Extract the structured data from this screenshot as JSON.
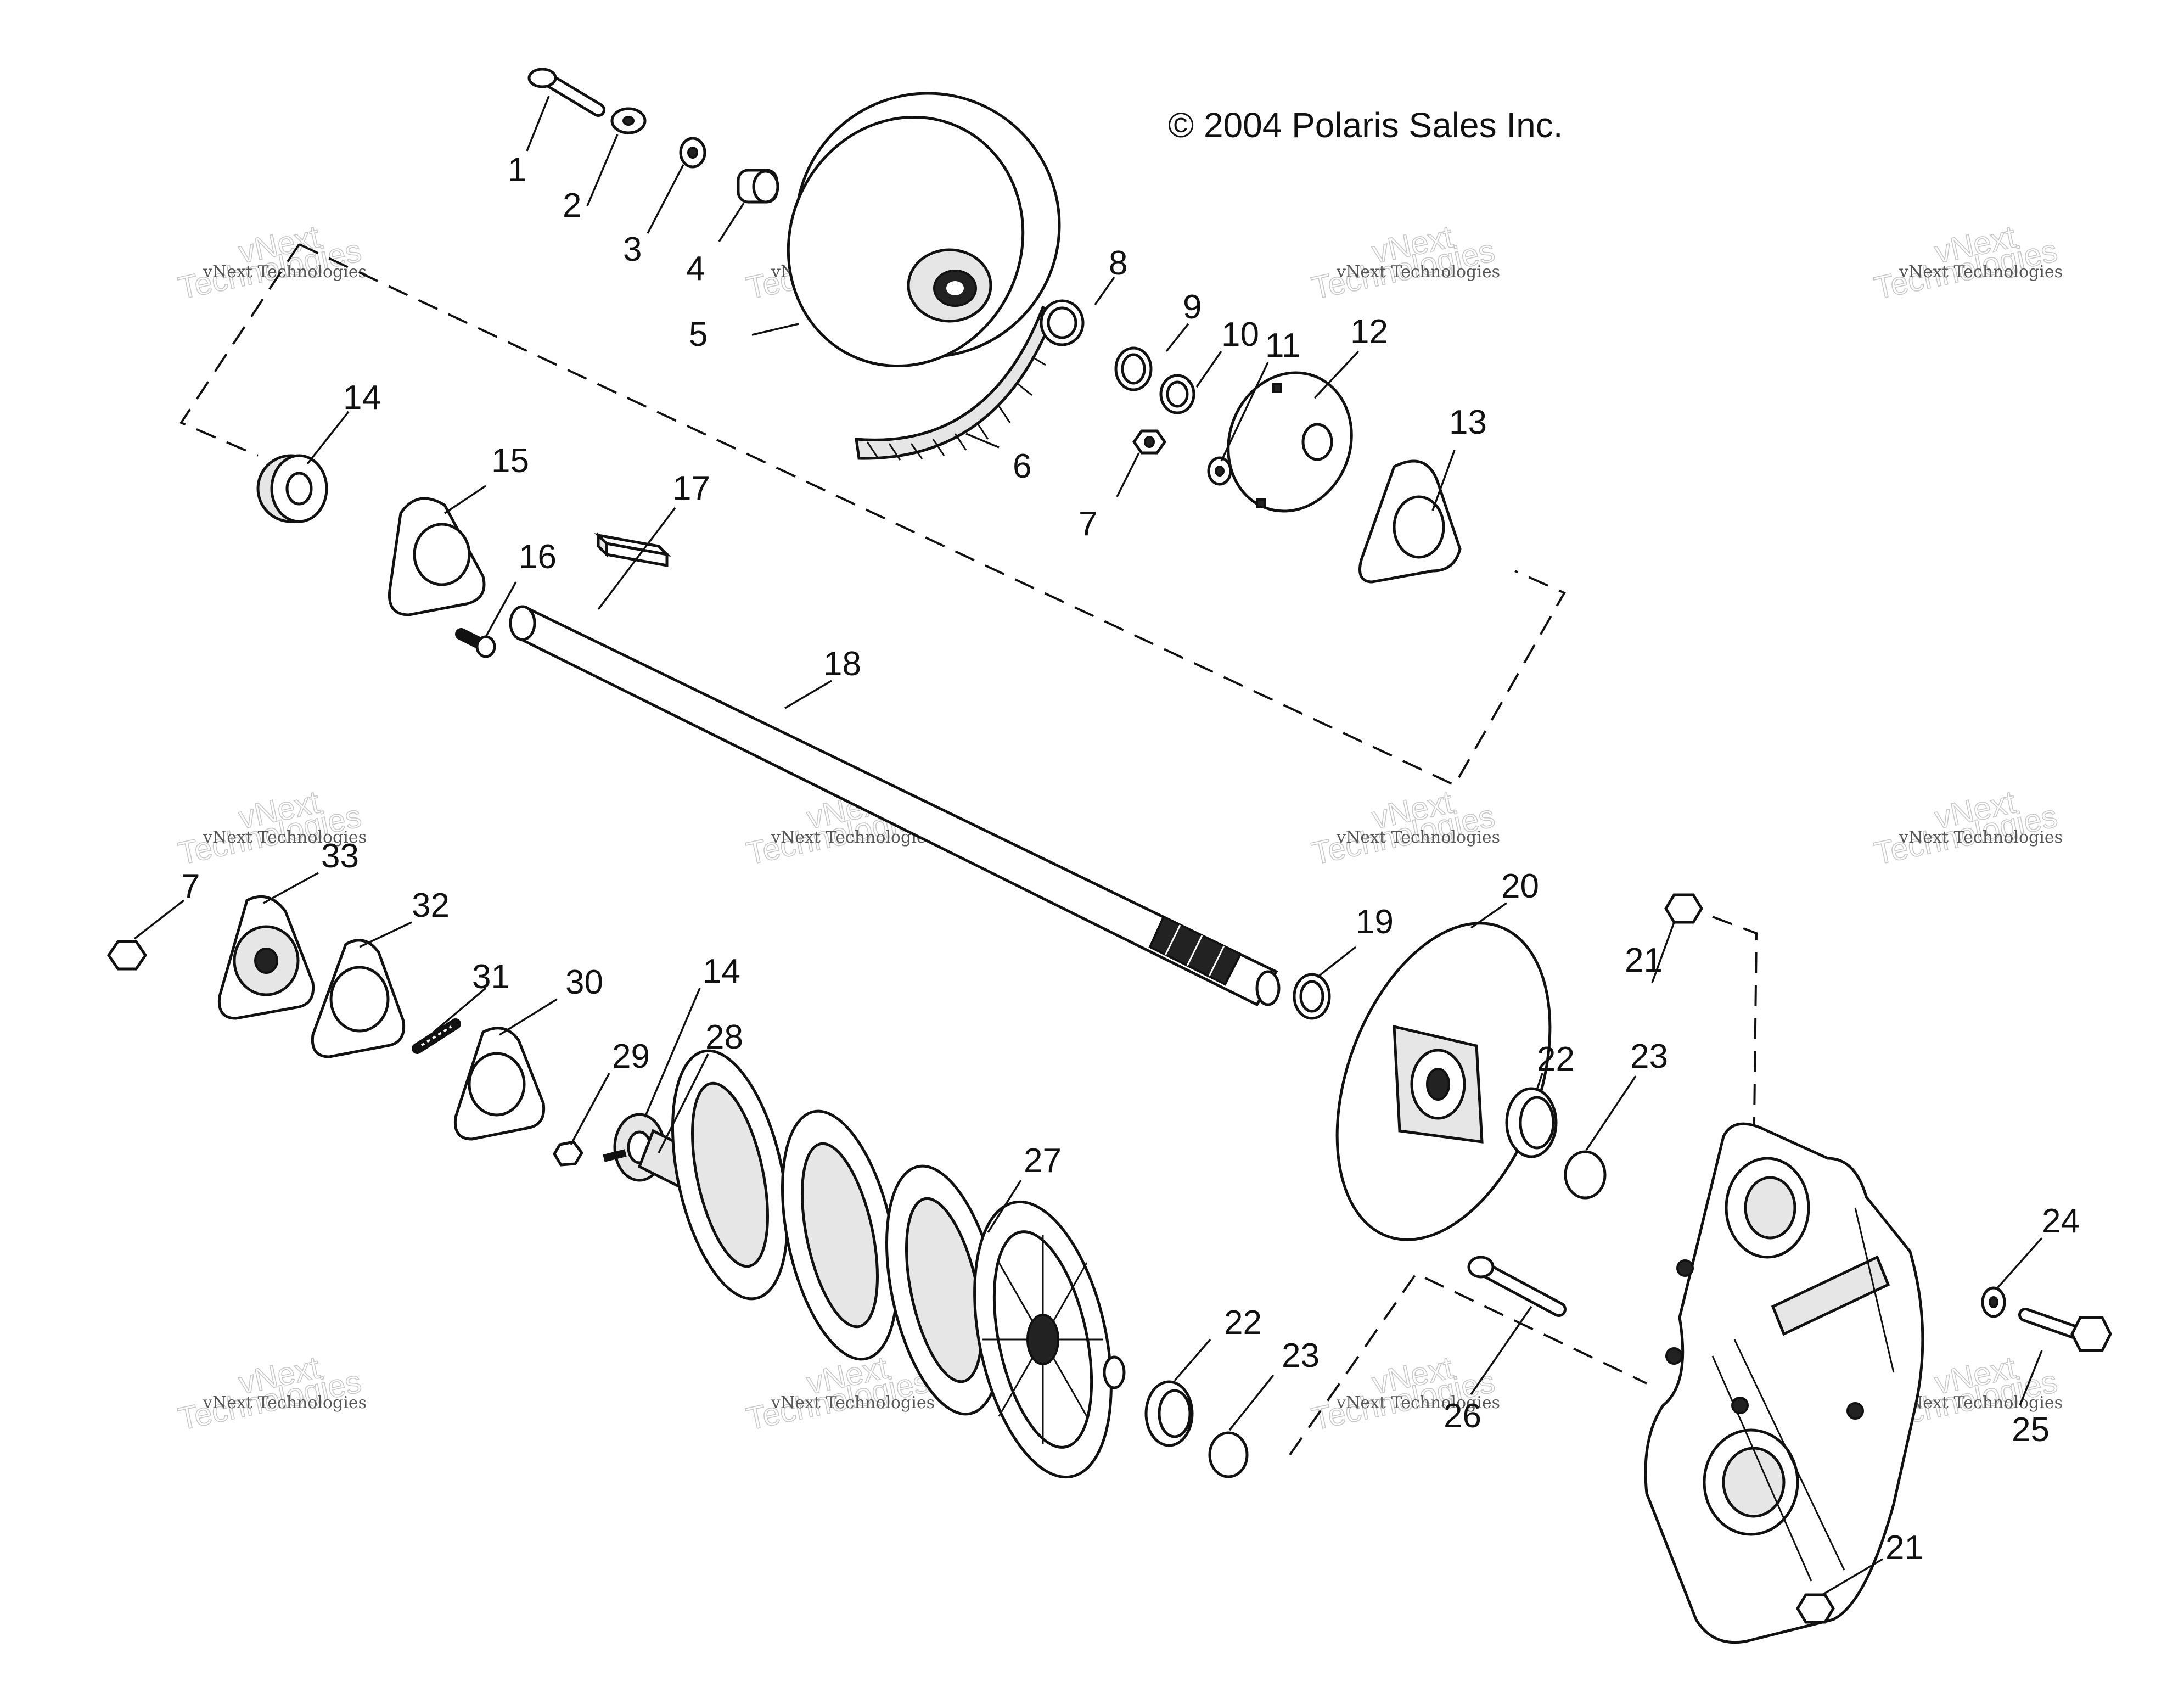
{
  "copyright": "© 2004 Polaris Sales Inc.",
  "watermark": {
    "line1": "vNext Technologies",
    "line2a": "vNext",
    "line2b": "Technologies"
  },
  "callouts": [
    "1",
    "2",
    "3",
    "4",
    "5",
    "6",
    "7",
    "8",
    "9",
    "10",
    "11",
    "12",
    "13",
    "14",
    "15",
    "16",
    "17",
    "18",
    "7",
    "33",
    "32",
    "31",
    "30",
    "29",
    "28",
    "14",
    "27",
    "19",
    "20",
    "21",
    "22",
    "23",
    "22",
    "23",
    "26",
    "24",
    "25",
    "21"
  ]
}
